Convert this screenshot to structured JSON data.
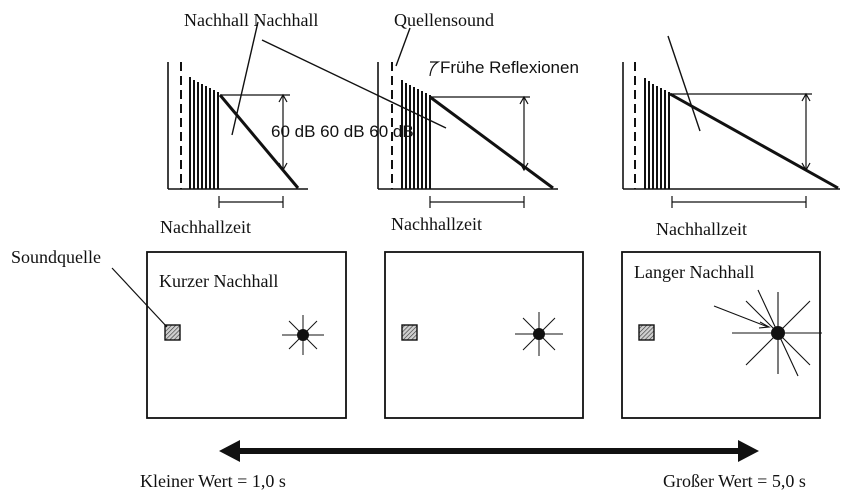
{
  "labels": {
    "nachhall_top": "Nachhall Nachhall",
    "quellensound": "Quellensound",
    "fruehe_reflexionen": "Frühe Reflexionen",
    "db_values": "60 dB 60 dB 60 dB",
    "nachhallzeit_1": "Nachhallzeit",
    "nachhallzeit_2": "Nachhallzeit",
    "nachhallzeit_3": "Nachhallzeit",
    "soundquelle": "Soundquelle",
    "kurzer_nachhall": "Kurzer Nachhall",
    "langer_nachhall": "Langer Nachhall",
    "kleiner_wert": "Kleiner Wert = 1,0 s",
    "grosser_wert": "Großer Wert = 5,0 s"
  },
  "colors": {
    "ink": "#111111",
    "source_fill": "#8a8a8a"
  },
  "icons": {
    "sound_source": "hatched-square-icon",
    "listener": "burst-dot-icon",
    "scale_arrow": "double-arrow-icon"
  }
}
